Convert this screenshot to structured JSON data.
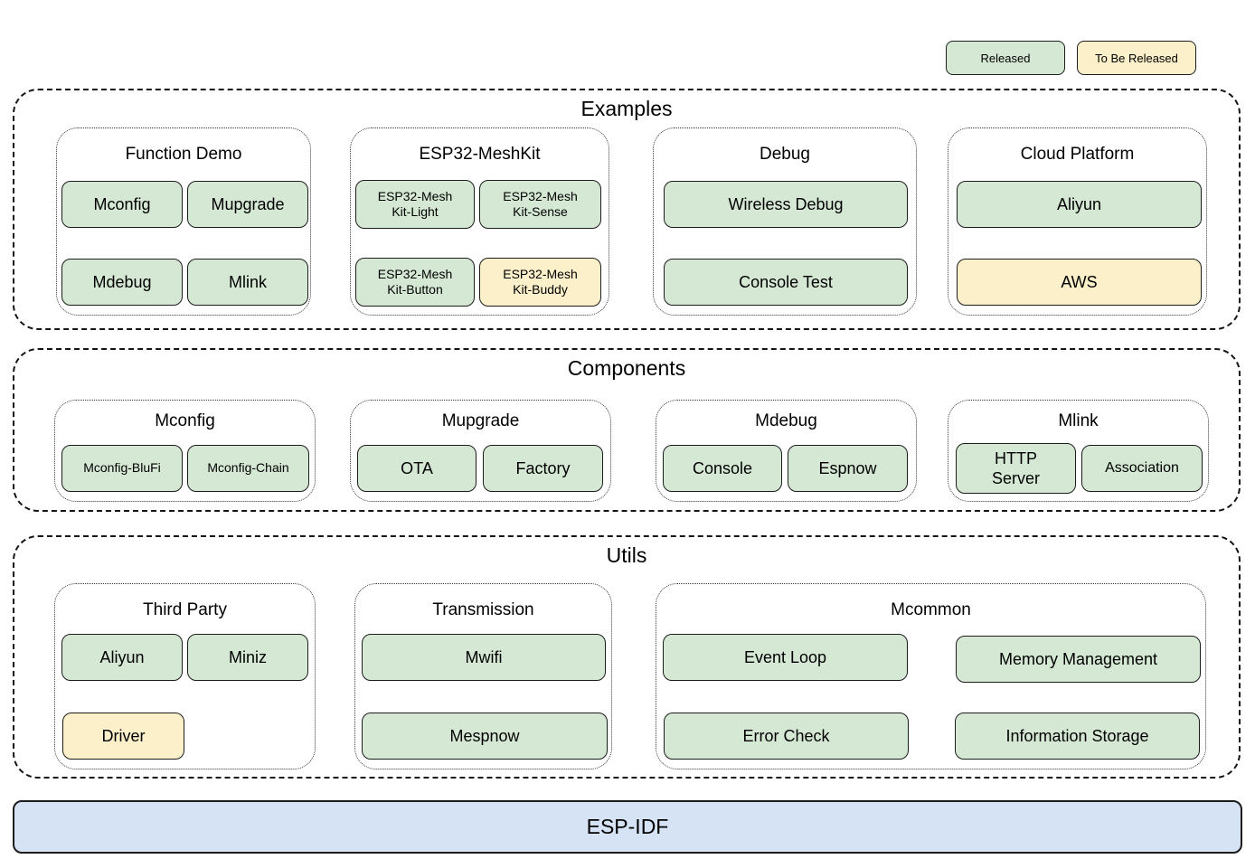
{
  "legend": {
    "released_label": "Released",
    "to_be_released_label": "To Be Released"
  },
  "colors": {
    "released_fill": "#d5e8d4",
    "to_be_released_fill": "#fbf0c9",
    "base_fill": "#d6e3f5"
  },
  "sections": {
    "examples": {
      "title": "Examples",
      "groups": {
        "function_demo": {
          "title": "Function Demo",
          "boxes": {
            "mconfig": {
              "label": "Mconfig",
              "status": "released"
            },
            "mupgrade": {
              "label": "Mupgrade",
              "status": "released"
            },
            "mdebug": {
              "label": "Mdebug",
              "status": "released"
            },
            "mlink": {
              "label": "Mlink",
              "status": "released"
            }
          }
        },
        "esp32_meshkit": {
          "title": "ESP32-MeshKit",
          "boxes": {
            "kit_light": {
              "label": "ESP32-Mesh Kit-Light",
              "status": "released"
            },
            "kit_sense": {
              "label": "ESP32-Mesh Kit-Sense",
              "status": "released"
            },
            "kit_button": {
              "label": "ESP32-Mesh Kit-Button",
              "status": "released"
            },
            "kit_buddy": {
              "label": "ESP32-Mesh Kit-Buddy",
              "status": "to-be-released"
            }
          }
        },
        "debug": {
          "title": "Debug",
          "boxes": {
            "wireless_debug": {
              "label": "Wireless Debug",
              "status": "released"
            },
            "console_test": {
              "label": "Console Test",
              "status": "released"
            }
          }
        },
        "cloud_platform": {
          "title": "Cloud Platform",
          "boxes": {
            "aliyun": {
              "label": "Aliyun",
              "status": "released"
            },
            "aws": {
              "label": "AWS",
              "status": "to-be-released"
            }
          }
        }
      }
    },
    "components": {
      "title": "Components",
      "groups": {
        "mconfig": {
          "title": "Mconfig",
          "boxes": {
            "blufi": {
              "label": "Mconfig-BluFi",
              "status": "released"
            },
            "chain": {
              "label": "Mconfig-Chain",
              "status": "released"
            }
          }
        },
        "mupgrade": {
          "title": "Mupgrade",
          "boxes": {
            "ota": {
              "label": "OTA",
              "status": "released"
            },
            "factory": {
              "label": "Factory",
              "status": "released"
            }
          }
        },
        "mdebug": {
          "title": "Mdebug",
          "boxes": {
            "console": {
              "label": "Console",
              "status": "released"
            },
            "espnow": {
              "label": "Espnow",
              "status": "released"
            }
          }
        },
        "mlink": {
          "title": "Mlink",
          "boxes": {
            "http_server": {
              "label": "HTTP Server",
              "status": "released"
            },
            "association": {
              "label": "Association",
              "status": "released"
            }
          }
        }
      }
    },
    "utils": {
      "title": "Utils",
      "groups": {
        "third_party": {
          "title": "Third Party",
          "boxes": {
            "aliyun": {
              "label": "Aliyun",
              "status": "released"
            },
            "miniz": {
              "label": "Miniz",
              "status": "released"
            },
            "driver": {
              "label": "Driver",
              "status": "to-be-released"
            }
          }
        },
        "transmission": {
          "title": "Transmission",
          "boxes": {
            "mwifi": {
              "label": "Mwifi",
              "status": "released"
            },
            "mespnow": {
              "label": "Mespnow",
              "status": "released"
            }
          }
        },
        "mcommon": {
          "title": "Mcommon",
          "boxes": {
            "event_loop": {
              "label": "Event Loop",
              "status": "released"
            },
            "memory_management": {
              "label": "Memory Management",
              "status": "released"
            },
            "error_check": {
              "label": "Error Check",
              "status": "released"
            },
            "information_storage": {
              "label": "Information Storage",
              "status": "released"
            }
          }
        }
      }
    }
  },
  "base": {
    "label": "ESP-IDF"
  }
}
